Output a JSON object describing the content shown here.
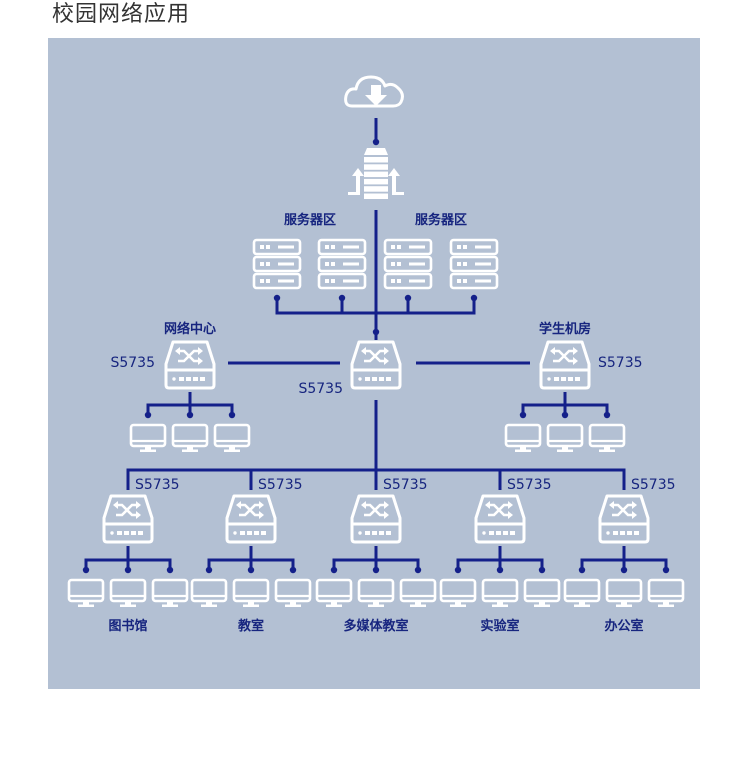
{
  "title": "校园网络应用",
  "colors": {
    "panel": "#b3c0d3",
    "line": "#14208a",
    "icon": "#ffffff",
    "text": "#17257f"
  },
  "internet": {
    "icon": "cloud-download-icon"
  },
  "firewall": {
    "icon": "firewall-icon"
  },
  "server_zones": [
    {
      "label": "服务器区",
      "servers": 2
    },
    {
      "label": "服务器区",
      "servers": 2
    }
  ],
  "core_switch": {
    "model": "S5735"
  },
  "side_switches": [
    {
      "label": "网络中心",
      "model": "S5735",
      "terminals": 3
    },
    {
      "label": "学生机房",
      "model": "S5735",
      "terminals": 3
    }
  ],
  "access_switches": [
    {
      "model": "S5735",
      "label": "图书馆",
      "terminals": 3
    },
    {
      "model": "S5735",
      "label": "教室",
      "terminals": 3
    },
    {
      "model": "S5735",
      "label": "多媒体教室",
      "terminals": 3
    },
    {
      "model": "S5735",
      "label": "实验室",
      "terminals": 3
    },
    {
      "model": "S5735",
      "label": "办公室",
      "terminals": 3
    }
  ]
}
